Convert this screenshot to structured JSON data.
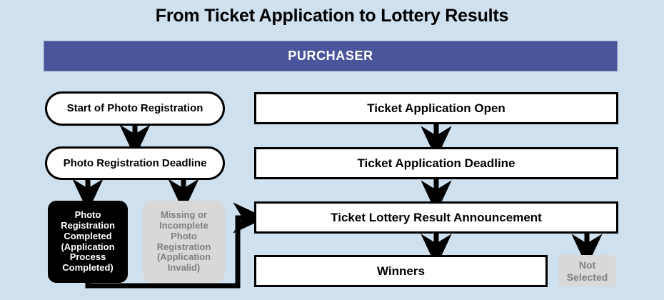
{
  "title": "From Ticket Application to Lottery Results",
  "lane": {
    "label": "PURCHASER"
  },
  "colors": {
    "background": "#cfe0ef",
    "lane_header": "#4a559c",
    "node_border": "#000000",
    "node_fill": "#ffffff",
    "terminal_black_fill": "#000000",
    "terminal_black_text": "#ffffff",
    "disabled_fill": "#d8d8d8",
    "disabled_text": "#808080",
    "title_text": "#000000",
    "lane_label_text": "#ffffff"
  },
  "flow": {
    "left_branch": [
      {
        "id": "start-photo-registration",
        "label": "Start of Photo Registration",
        "shape": "pill"
      },
      {
        "id": "photo-registration-deadline",
        "label": "Photo Registration Deadline",
        "shape": "pill"
      },
      {
        "id": "photo-registration-completed",
        "label": "Photo Registration Completed (Application Process Completed)",
        "shape": "rounded",
        "state": "completed"
      },
      {
        "id": "photo-registration-incomplete",
        "label": "Missing or Incomplete Photo Registration (Application Invalid)",
        "shape": "rounded",
        "state": "invalid"
      }
    ],
    "right_branch": [
      {
        "id": "ticket-application-open",
        "label": "Ticket Application Open",
        "shape": "rect"
      },
      {
        "id": "ticket-application-deadline",
        "label": "Ticket Application Deadline",
        "shape": "rect"
      },
      {
        "id": "ticket-lottery-result-announcement",
        "label": "Ticket Lottery Result Announcement",
        "shape": "rect"
      },
      {
        "id": "winners",
        "label": "Winners",
        "shape": "rect"
      },
      {
        "id": "not-selected",
        "label": "Not Selected",
        "shape": "rect",
        "state": "invalid"
      }
    ],
    "connections": [
      {
        "from": "start-photo-registration",
        "to": "photo-registration-deadline",
        "kind": "arrow-down"
      },
      {
        "from": "photo-registration-deadline",
        "to": "photo-registration-completed",
        "kind": "arrow-down"
      },
      {
        "from": "photo-registration-deadline",
        "to": "photo-registration-incomplete",
        "kind": "arrow-down"
      },
      {
        "from": "photo-registration-completed",
        "to": "ticket-lottery-result-announcement",
        "kind": "elbow-arrow-right"
      },
      {
        "from": "ticket-application-open",
        "to": "ticket-application-deadline",
        "kind": "arrow-down"
      },
      {
        "from": "ticket-application-deadline",
        "to": "ticket-lottery-result-announcement",
        "kind": "arrow-down"
      },
      {
        "from": "ticket-lottery-result-announcement",
        "to": "winners",
        "kind": "arrow-down"
      },
      {
        "from": "ticket-lottery-result-announcement",
        "to": "not-selected",
        "kind": "arrow-down"
      }
    ]
  }
}
